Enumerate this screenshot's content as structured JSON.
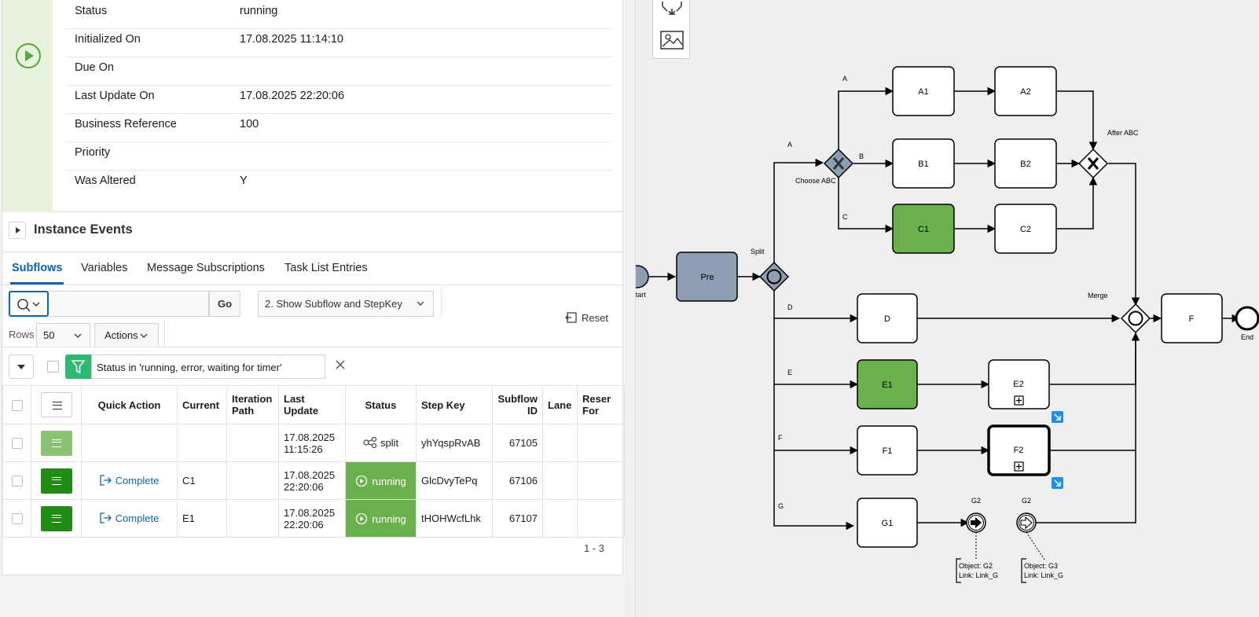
{
  "instance_details": {
    "rows": [
      {
        "label": "Status",
        "value": "running"
      },
      {
        "label": "Initialized On",
        "value": "17.08.2025 11:14:10"
      },
      {
        "label": "Due On",
        "value": ""
      },
      {
        "label": "Last Update On",
        "value": "17.08.2025 22:20:06"
      },
      {
        "label": "Business Reference",
        "value": "100"
      },
      {
        "label": "Priority",
        "value": ""
      },
      {
        "label": "Was Altered",
        "value": "Y"
      }
    ]
  },
  "instance_events": {
    "title": "Instance Events"
  },
  "tabs": [
    "Subflows",
    "Variables",
    "Message Subscriptions",
    "Task List Entries"
  ],
  "toolbar": {
    "search_value": "",
    "go_label": "Go",
    "view_selected": "2. Show Subflow and StepKey",
    "reset_label": "Reset",
    "rows_label": "Rows",
    "rows_value": "50",
    "actions_label": "Actions"
  },
  "filter": {
    "text": "Status in 'running, error, waiting for timer'"
  },
  "grid": {
    "headers": {
      "quick_action": "Quick Action",
      "current": "Current",
      "iteration_path": "Iteration Path",
      "last_update": "Last Update",
      "status": "Status",
      "step_key": "Step Key",
      "subflow_id": "Subflow ID",
      "lane": "Lane",
      "reserved_for": "Reser For"
    },
    "rows": [
      {
        "quick_action": "",
        "current": "",
        "iteration_path": "",
        "last_update_date": "17.08.2025",
        "last_update_time": "11:15:26",
        "status": "split",
        "step_key": "yhYqspRvAB",
        "subflow_id": "67105",
        "lane": "",
        "reserved_for": ""
      },
      {
        "quick_action": "Complete",
        "current": "C1",
        "iteration_path": "",
        "last_update_date": "17.08.2025",
        "last_update_time": "22:20:06",
        "status": "running",
        "step_key": "GlcDvyTePq",
        "subflow_id": "67106",
        "lane": "",
        "reserved_for": ""
      },
      {
        "quick_action": "Complete",
        "current": "E1",
        "iteration_path": "",
        "last_update_date": "17.08.2025",
        "last_update_time": "22:20:06",
        "status": "running",
        "step_key": "tHOHWcfLhk",
        "subflow_id": "67107",
        "lane": "",
        "reserved_for": ""
      }
    ],
    "pagination": "1 - 3"
  },
  "diagram": {
    "start_label": "start",
    "end_label": "End",
    "split_label": "Split",
    "merge_label": "Merge",
    "choose_label": "Choose ABC",
    "after_label": "After ABC",
    "tasks": {
      "pre": "Pre",
      "a1": "A1",
      "a2": "A2",
      "b1": "B1",
      "b2": "B2",
      "c1": "C1",
      "c2": "C2",
      "d": "D",
      "e1": "E1",
      "e2": "E2",
      "f1": "F1",
      "f2": "F2",
      "g1": "G1",
      "f": "F"
    },
    "flow_labels": {
      "a_split": "A",
      "a_choose": "A",
      "b_choose": "B",
      "c_choose": "C",
      "d": "D",
      "e": "E",
      "f": "F",
      "g": "G"
    },
    "link_events": {
      "throw": "G2",
      "catch": "G2"
    },
    "annotations": {
      "throw_line1": "Object: G2",
      "throw_line2": "Link: Link_G",
      "catch_line1": "Object: G3",
      "catch_line2": "Link: Link_G"
    }
  },
  "colors": {
    "accent": "#0b63b5",
    "running": "#6ab04c",
    "active_task": "#6ab04c",
    "pre_task": "#8e9eb2",
    "filter_green": "#2eb872"
  }
}
